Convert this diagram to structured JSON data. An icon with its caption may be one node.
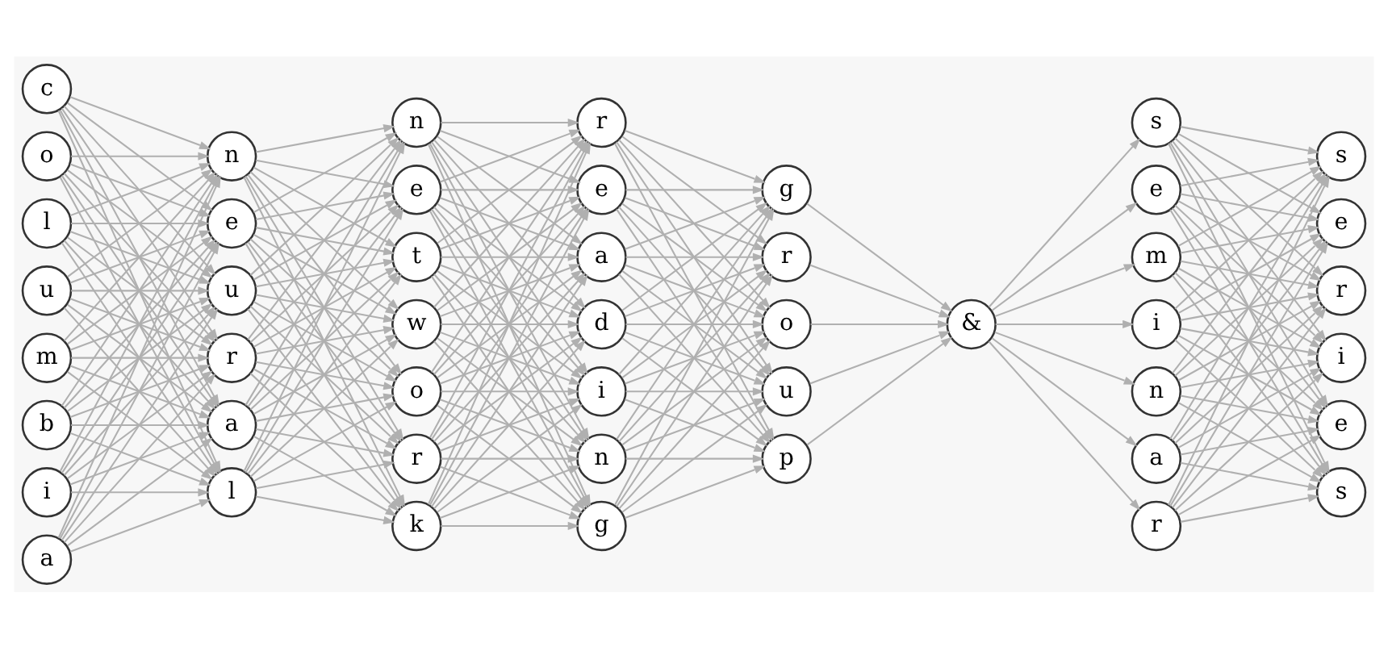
{
  "diagram": {
    "nodes": [
      {
        "text": [
          "c"
        ]
      },
      {
        "text": [
          "o"
        ]
      },
      {
        "text": [
          "l"
        ]
      },
      {
        "text": [
          "u"
        ]
      },
      {
        "text": [
          "m"
        ]
      },
      {
        "text": [
          "b"
        ]
      },
      {
        "text": [
          "i"
        ]
      },
      {
        "text": [
          "a"
        ]
      },
      {
        "text": [
          "n"
        ]
      },
      {
        "text": [
          "e"
        ]
      },
      {
        "text": [
          "u"
        ]
      },
      {
        "text": [
          "r"
        ]
      },
      {
        "text": [
          "a"
        ]
      },
      {
        "text": [
          "l"
        ]
      },
      {
        "text": [
          "n"
        ]
      },
      {
        "text": [
          "e"
        ]
      },
      {
        "text": [
          "t"
        ]
      },
      {
        "text": [
          "w"
        ]
      },
      {
        "text": [
          "o"
        ]
      },
      {
        "text": [
          "r"
        ]
      },
      {
        "text": [
          "k"
        ]
      },
      {
        "text": [
          "r"
        ]
      },
      {
        "text": [
          "e"
        ]
      },
      {
        "text": [
          "a"
        ]
      },
      {
        "text": [
          "d"
        ]
      },
      {
        "text": [
          "i"
        ]
      },
      {
        "text": [
          "n"
        ]
      },
      {
        "text": [
          "g"
        ]
      },
      {
        "text": [
          "g"
        ]
      },
      {
        "text": [
          "r"
        ]
      },
      {
        "text": [
          "o"
        ]
      },
      {
        "text": [
          "u"
        ]
      },
      {
        "text": [
          "p"
        ]
      },
      {
        "text": [
          "&"
        ]
      },
      {
        "text": [
          "s"
        ]
      },
      {
        "text": [
          "e"
        ]
      },
      {
        "text": [
          "m"
        ]
      },
      {
        "text": [
          "i"
        ]
      },
      {
        "text": [
          "n"
        ]
      },
      {
        "text": [
          "a"
        ]
      },
      {
        "text": [
          "r"
        ]
      },
      {
        "text": [
          "s"
        ]
      },
      {
        "text": [
          "e"
        ]
      },
      {
        "text": [
          "r"
        ]
      },
      {
        "text": [
          "i"
        ]
      },
      {
        "text": [
          "e"
        ]
      },
      {
        "text": [
          "s"
        ]
      }
    ],
    "edges": [
      {
        "from": 0,
        "to": 8,
        "arrow": "to"
      },
      {
        "from": 0,
        "to": 9,
        "arrow": "to"
      },
      {
        "from": 0,
        "to": 10,
        "arrow": "to"
      },
      {
        "from": 0,
        "to": 11,
        "arrow": "to"
      },
      {
        "from": 0,
        "to": 12,
        "arrow": "to"
      },
      {
        "from": 0,
        "to": 13,
        "arrow": "to"
      },
      {
        "from": 1,
        "to": 8,
        "arrow": "to"
      },
      {
        "from": 1,
        "to": 9,
        "arrow": "to"
      },
      {
        "from": 1,
        "to": 10,
        "arrow": "to"
      },
      {
        "from": 1,
        "to": 11,
        "arrow": "to"
      },
      {
        "from": 1,
        "to": 12,
        "arrow": "to"
      },
      {
        "from": 1,
        "to": 13,
        "arrow": "to"
      },
      {
        "from": 2,
        "to": 8,
        "arrow": "to"
      },
      {
        "from": 2,
        "to": 9,
        "arrow": "to"
      },
      {
        "from": 2,
        "to": 10,
        "arrow": "to"
      },
      {
        "from": 2,
        "to": 11,
        "arrow": "to"
      },
      {
        "from": 2,
        "to": 12,
        "arrow": "to"
      },
      {
        "from": 2,
        "to": 13,
        "arrow": "to"
      },
      {
        "from": 3,
        "to": 8,
        "arrow": "to"
      },
      {
        "from": 3,
        "to": 9,
        "arrow": "to"
      },
      {
        "from": 3,
        "to": 10,
        "arrow": "to"
      },
      {
        "from": 3,
        "to": 11,
        "arrow": "to"
      },
      {
        "from": 3,
        "to": 12,
        "arrow": "to"
      },
      {
        "from": 3,
        "to": 13,
        "arrow": "to"
      },
      {
        "from": 4,
        "to": 8,
        "arrow": "to"
      },
      {
        "from": 4,
        "to": 9,
        "arrow": "to"
      },
      {
        "from": 4,
        "to": 10,
        "arrow": "to"
      },
      {
        "from": 4,
        "to": 11,
        "arrow": "to"
      },
      {
        "from": 4,
        "to": 12,
        "arrow": "to"
      },
      {
        "from": 4,
        "to": 13,
        "arrow": "to"
      },
      {
        "from": 5,
        "to": 8,
        "arrow": "to"
      },
      {
        "from": 5,
        "to": 9,
        "arrow": "to"
      },
      {
        "from": 5,
        "to": 10,
        "arrow": "to"
      },
      {
        "from": 5,
        "to": 11,
        "arrow": "to"
      },
      {
        "from": 5,
        "to": 12,
        "arrow": "to"
      },
      {
        "from": 5,
        "to": 13,
        "arrow": "to"
      },
      {
        "from": 6,
        "to": 8,
        "arrow": "to"
      },
      {
        "from": 6,
        "to": 9,
        "arrow": "to"
      },
      {
        "from": 6,
        "to": 10,
        "arrow": "to"
      },
      {
        "from": 6,
        "to": 11,
        "arrow": "to"
      },
      {
        "from": 6,
        "to": 12,
        "arrow": "to"
      },
      {
        "from": 6,
        "to": 13,
        "arrow": "to"
      },
      {
        "from": 7,
        "to": 8,
        "arrow": "to"
      },
      {
        "from": 7,
        "to": 9,
        "arrow": "to"
      },
      {
        "from": 7,
        "to": 10,
        "arrow": "to"
      },
      {
        "from": 7,
        "to": 11,
        "arrow": "to"
      },
      {
        "from": 7,
        "to": 12,
        "arrow": "to"
      },
      {
        "from": 7,
        "to": 13,
        "arrow": "to"
      },
      {
        "from": 8,
        "to": 14,
        "arrow": "to"
      },
      {
        "from": 8,
        "to": 15,
        "arrow": "to"
      },
      {
        "from": 8,
        "to": 16,
        "arrow": "to"
      },
      {
        "from": 8,
        "to": 17,
        "arrow": "to"
      },
      {
        "from": 8,
        "to": 18,
        "arrow": "to"
      },
      {
        "from": 8,
        "to": 19,
        "arrow": "to"
      },
      {
        "from": 8,
        "to": 20,
        "arrow": "to"
      },
      {
        "from": 9,
        "to": 14,
        "arrow": "to"
      },
      {
        "from": 9,
        "to": 15,
        "arrow": "to"
      },
      {
        "from": 9,
        "to": 16,
        "arrow": "to"
      },
      {
        "from": 9,
        "to": 17,
        "arrow": "to"
      },
      {
        "from": 9,
        "to": 18,
        "arrow": "to"
      },
      {
        "from": 9,
        "to": 19,
        "arrow": "to"
      },
      {
        "from": 9,
        "to": 20,
        "arrow": "to"
      },
      {
        "from": 10,
        "to": 14,
        "arrow": "to"
      },
      {
        "from": 10,
        "to": 15,
        "arrow": "to"
      },
      {
        "from": 10,
        "to": 16,
        "arrow": "to"
      },
      {
        "from": 10,
        "to": 17,
        "arrow": "to"
      },
      {
        "from": 10,
        "to": 18,
        "arrow": "to"
      },
      {
        "from": 10,
        "to": 19,
        "arrow": "to"
      },
      {
        "from": 10,
        "to": 20,
        "arrow": "to"
      },
      {
        "from": 11,
        "to": 14,
        "arrow": "to"
      },
      {
        "from": 11,
        "to": 15,
        "arrow": "to"
      },
      {
        "from": 11,
        "to": 16,
        "arrow": "to"
      },
      {
        "from": 11,
        "to": 17,
        "arrow": "to"
      },
      {
        "from": 11,
        "to": 18,
        "arrow": "to"
      },
      {
        "from": 11,
        "to": 19,
        "arrow": "to"
      },
      {
        "from": 11,
        "to": 20,
        "arrow": "to"
      },
      {
        "from": 12,
        "to": 14,
        "arrow": "to"
      },
      {
        "from": 12,
        "to": 15,
        "arrow": "to"
      },
      {
        "from": 12,
        "to": 16,
        "arrow": "to"
      },
      {
        "from": 12,
        "to": 17,
        "arrow": "to"
      },
      {
        "from": 12,
        "to": 18,
        "arrow": "to"
      },
      {
        "from": 12,
        "to": 19,
        "arrow": "to"
      },
      {
        "from": 12,
        "to": 20,
        "arrow": "to"
      },
      {
        "from": 13,
        "to": 14,
        "arrow": "to"
      },
      {
        "from": 13,
        "to": 15,
        "arrow": "to"
      },
      {
        "from": 13,
        "to": 16,
        "arrow": "to"
      },
      {
        "from": 13,
        "to": 17,
        "arrow": "to"
      },
      {
        "from": 13,
        "to": 18,
        "arrow": "to"
      },
      {
        "from": 13,
        "to": 19,
        "arrow": "to"
      },
      {
        "from": 13,
        "to": 20,
        "arrow": "to"
      },
      {
        "from": 14,
        "to": 21,
        "arrow": "to"
      },
      {
        "from": 14,
        "to": 22,
        "arrow": "to"
      },
      {
        "from": 14,
        "to": 23,
        "arrow": "to"
      },
      {
        "from": 14,
        "to": 24,
        "arrow": "to"
      },
      {
        "from": 14,
        "to": 25,
        "arrow": "to"
      },
      {
        "from": 14,
        "to": 26,
        "arrow": "to"
      },
      {
        "from": 14,
        "to": 27,
        "arrow": "to"
      },
      {
        "from": 15,
        "to": 21,
        "arrow": "to"
      },
      {
        "from": 15,
        "to": 22,
        "arrow": "to"
      },
      {
        "from": 15,
        "to": 23,
        "arrow": "to"
      },
      {
        "from": 15,
        "to": 24,
        "arrow": "to"
      },
      {
        "from": 15,
        "to": 25,
        "arrow": "to"
      },
      {
        "from": 15,
        "to": 26,
        "arrow": "to"
      },
      {
        "from": 15,
        "to": 27,
        "arrow": "to"
      },
      {
        "from": 16,
        "to": 21,
        "arrow": "to"
      },
      {
        "from": 16,
        "to": 22,
        "arrow": "to"
      },
      {
        "from": 16,
        "to": 23,
        "arrow": "to"
      },
      {
        "from": 16,
        "to": 24,
        "arrow": "to"
      },
      {
        "from": 16,
        "to": 25,
        "arrow": "to"
      },
      {
        "from": 16,
        "to": 26,
        "arrow": "to"
      },
      {
        "from": 16,
        "to": 27,
        "arrow": "to"
      },
      {
        "from": 17,
        "to": 21,
        "arrow": "to"
      },
      {
        "from": 17,
        "to": 22,
        "arrow": "to"
      },
      {
        "from": 17,
        "to": 23,
        "arrow": "to"
      },
      {
        "from": 17,
        "to": 24,
        "arrow": "to"
      },
      {
        "from": 17,
        "to": 25,
        "arrow": "to"
      },
      {
        "from": 17,
        "to": 26,
        "arrow": "to"
      },
      {
        "from": 17,
        "to": 27,
        "arrow": "to"
      },
      {
        "from": 18,
        "to": 21,
        "arrow": "to"
      },
      {
        "from": 18,
        "to": 22,
        "arrow": "to"
      },
      {
        "from": 18,
        "to": 23,
        "arrow": "to"
      },
      {
        "from": 18,
        "to": 24,
        "arrow": "to"
      },
      {
        "from": 18,
        "to": 25,
        "arrow": "to"
      },
      {
        "from": 18,
        "to": 26,
        "arrow": "to"
      },
      {
        "from": 18,
        "to": 27,
        "arrow": "to"
      },
      {
        "from": 19,
        "to": 21,
        "arrow": "to"
      },
      {
        "from": 19,
        "to": 22,
        "arrow": "to"
      },
      {
        "from": 19,
        "to": 23,
        "arrow": "to"
      },
      {
        "from": 19,
        "to": 24,
        "arrow": "to"
      },
      {
        "from": 19,
        "to": 25,
        "arrow": "to"
      },
      {
        "from": 19,
        "to": 26,
        "arrow": "to"
      },
      {
        "from": 19,
        "to": 27,
        "arrow": "to"
      },
      {
        "from": 20,
        "to": 21,
        "arrow": "to"
      },
      {
        "from": 20,
        "to": 22,
        "arrow": "to"
      },
      {
        "from": 20,
        "to": 23,
        "arrow": "to"
      },
      {
        "from": 20,
        "to": 24,
        "arrow": "to"
      },
      {
        "from": 20,
        "to": 25,
        "arrow": "to"
      },
      {
        "from": 20,
        "to": 26,
        "arrow": "to"
      },
      {
        "from": 20,
        "to": 27,
        "arrow": "to"
      },
      {
        "from": 21,
        "to": 28,
        "arrow": "to"
      },
      {
        "from": 21,
        "to": 29,
        "arrow": "to"
      },
      {
        "from": 21,
        "to": 30,
        "arrow": "to"
      },
      {
        "from": 21,
        "to": 31,
        "arrow": "to"
      },
      {
        "from": 21,
        "to": 32,
        "arrow": "to"
      },
      {
        "from": 22,
        "to": 28,
        "arrow": "to"
      },
      {
        "from": 22,
        "to": 29,
        "arrow": "to"
      },
      {
        "from": 22,
        "to": 30,
        "arrow": "to"
      },
      {
        "from": 22,
        "to": 31,
        "arrow": "to"
      },
      {
        "from": 22,
        "to": 32,
        "arrow": "to"
      },
      {
        "from": 23,
        "to": 28,
        "arrow": "to"
      },
      {
        "from": 23,
        "to": 29,
        "arrow": "to"
      },
      {
        "from": 23,
        "to": 30,
        "arrow": "to"
      },
      {
        "from": 23,
        "to": 31,
        "arrow": "to"
      },
      {
        "from": 23,
        "to": 32,
        "arrow": "to"
      },
      {
        "from": 24,
        "to": 28,
        "arrow": "to"
      },
      {
        "from": 24,
        "to": 29,
        "arrow": "to"
      },
      {
        "from": 24,
        "to": 30,
        "arrow": "to"
      },
      {
        "from": 24,
        "to": 31,
        "arrow": "to"
      },
      {
        "from": 24,
        "to": 32,
        "arrow": "to"
      },
      {
        "from": 25,
        "to": 28,
        "arrow": "to"
      },
      {
        "from": 25,
        "to": 29,
        "arrow": "to"
      },
      {
        "from": 25,
        "to": 30,
        "arrow": "to"
      },
      {
        "from": 25,
        "to": 31,
        "arrow": "to"
      },
      {
        "from": 25,
        "to": 32,
        "arrow": "to"
      },
      {
        "from": 26,
        "to": 28,
        "arrow": "to"
      },
      {
        "from": 26,
        "to": 29,
        "arrow": "to"
      },
      {
        "from": 26,
        "to": 30,
        "arrow": "to"
      },
      {
        "from": 26,
        "to": 31,
        "arrow": "to"
      },
      {
        "from": 26,
        "to": 32,
        "arrow": "to"
      },
      {
        "from": 27,
        "to": 28,
        "arrow": "to"
      },
      {
        "from": 27,
        "to": 29,
        "arrow": "to"
      },
      {
        "from": 27,
        "to": 30,
        "arrow": "to"
      },
      {
        "from": 27,
        "to": 31,
        "arrow": "to"
      },
      {
        "from": 27,
        "to": 32,
        "arrow": "to"
      },
      {
        "from": 28,
        "to": 33,
        "arrow": "to"
      },
      {
        "from": 29,
        "to": 33,
        "arrow": "to"
      },
      {
        "from": 30,
        "to": 33,
        "arrow": "to"
      },
      {
        "from": 31,
        "to": 33,
        "arrow": "to"
      },
      {
        "from": 32,
        "to": 33,
        "arrow": "to"
      },
      {
        "from": 33,
        "to": 34,
        "arrow": "to"
      },
      {
        "from": 33,
        "to": 35,
        "arrow": "to"
      },
      {
        "from": 33,
        "to": 36,
        "arrow": "to"
      },
      {
        "from": 33,
        "to": 37,
        "arrow": "to"
      },
      {
        "from": 33,
        "to": 38,
        "arrow": "to"
      },
      {
        "from": 33,
        "to": 39,
        "arrow": "to"
      },
      {
        "from": 33,
        "to": 40,
        "arrow": "to"
      },
      {
        "from": 34,
        "to": 41,
        "arrow": "to"
      },
      {
        "from": 34,
        "to": 42,
        "arrow": "to"
      },
      {
        "from": 34,
        "to": 43,
        "arrow": "to"
      },
      {
        "from": 34,
        "to": 44,
        "arrow": "to"
      },
      {
        "from": 34,
        "to": 45,
        "arrow": "to"
      },
      {
        "from": 34,
        "to": 46,
        "arrow": "to"
      },
      {
        "from": 35,
        "to": 41,
        "arrow": "to"
      },
      {
        "from": 35,
        "to": 42,
        "arrow": "to"
      },
      {
        "from": 35,
        "to": 43,
        "arrow": "to"
      },
      {
        "from": 35,
        "to": 44,
        "arrow": "to"
      },
      {
        "from": 35,
        "to": 45,
        "arrow": "to"
      },
      {
        "from": 35,
        "to": 46,
        "arrow": "to"
      },
      {
        "from": 36,
        "to": 41,
        "arrow": "to"
      },
      {
        "from": 36,
        "to": 42,
        "arrow": "to"
      },
      {
        "from": 36,
        "to": 43,
        "arrow": "to"
      },
      {
        "from": 36,
        "to": 44,
        "arrow": "to"
      },
      {
        "from": 36,
        "to": 45,
        "arrow": "to"
      },
      {
        "from": 36,
        "to": 46,
        "arrow": "to"
      },
      {
        "from": 37,
        "to": 41,
        "arrow": "to"
      },
      {
        "from": 37,
        "to": 42,
        "arrow": "to"
      },
      {
        "from": 37,
        "to": 43,
        "arrow": "to"
      },
      {
        "from": 37,
        "to": 44,
        "arrow": "to"
      },
      {
        "from": 37,
        "to": 45,
        "arrow": "to"
      },
      {
        "from": 37,
        "to": 46,
        "arrow": "to"
      },
      {
        "from": 38,
        "to": 41,
        "arrow": "to"
      },
      {
        "from": 38,
        "to": 42,
        "arrow": "to"
      },
      {
        "from": 38,
        "to": 43,
        "arrow": "to"
      },
      {
        "from": 38,
        "to": 44,
        "arrow": "to"
      },
      {
        "from": 38,
        "to": 45,
        "arrow": "to"
      },
      {
        "from": 38,
        "to": 46,
        "arrow": "to"
      },
      {
        "from": 39,
        "to": 41,
        "arrow": "to"
      },
      {
        "from": 39,
        "to": 42,
        "arrow": "to"
      },
      {
        "from": 39,
        "to": 43,
        "arrow": "to"
      },
      {
        "from": 39,
        "to": 44,
        "arrow": "to"
      },
      {
        "from": 39,
        "to": 45,
        "arrow": "to"
      },
      {
        "from": 39,
        "to": 46,
        "arrow": "to"
      },
      {
        "from": 40,
        "to": 41,
        "arrow": "to"
      },
      {
        "from": 40,
        "to": 42,
        "arrow": "to"
      },
      {
        "from": 40,
        "to": 43,
        "arrow": "to"
      },
      {
        "from": 40,
        "to": 44,
        "arrow": "to"
      },
      {
        "from": 40,
        "to": 45,
        "arrow": "to"
      },
      {
        "from": 40,
        "to": 46,
        "arrow": "to"
      }
    ]
  }
}
